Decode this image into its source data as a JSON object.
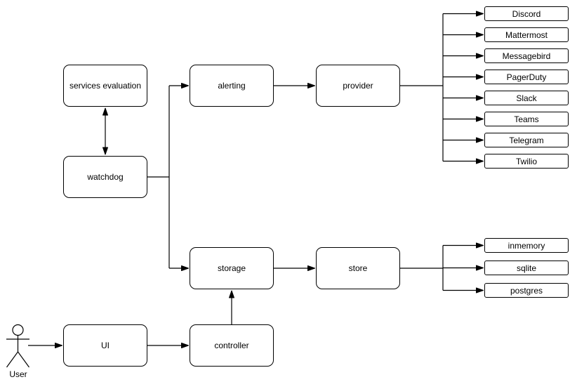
{
  "diagram": {
    "nodes": {
      "services_evaluation": {
        "label": "services evaluation"
      },
      "watchdog": {
        "label": "watchdog"
      },
      "alerting": {
        "label": "alerting"
      },
      "provider": {
        "label": "provider"
      },
      "storage": {
        "label": "storage"
      },
      "store": {
        "label": "store"
      },
      "ui": {
        "label": "UI"
      },
      "controller": {
        "label": "controller"
      }
    },
    "provider_leaves": [
      "Discord",
      "Mattermost",
      "Messagebird",
      "PagerDuty",
      "Slack",
      "Teams",
      "Telegram",
      "Twilio"
    ],
    "store_leaves": [
      "inmemory",
      "sqlite",
      "postgres"
    ],
    "actor": {
      "label": "User"
    },
    "edges": [
      {
        "from": "watchdog",
        "to": "services_evaluation",
        "style": "bidirectional-arrow"
      },
      {
        "from": "watchdog",
        "to": "alerting",
        "style": "arrow"
      },
      {
        "from": "watchdog",
        "to": "storage",
        "style": "arrow"
      },
      {
        "from": "alerting",
        "to": "provider",
        "style": "arrow"
      },
      {
        "from": "provider",
        "to": "Discord",
        "style": "arrow"
      },
      {
        "from": "provider",
        "to": "Mattermost",
        "style": "arrow"
      },
      {
        "from": "provider",
        "to": "Messagebird",
        "style": "arrow"
      },
      {
        "from": "provider",
        "to": "PagerDuty",
        "style": "arrow"
      },
      {
        "from": "provider",
        "to": "Slack",
        "style": "arrow"
      },
      {
        "from": "provider",
        "to": "Teams",
        "style": "arrow"
      },
      {
        "from": "provider",
        "to": "Telegram",
        "style": "arrow"
      },
      {
        "from": "provider",
        "to": "Twilio",
        "style": "arrow"
      },
      {
        "from": "storage",
        "to": "store",
        "style": "arrow"
      },
      {
        "from": "store",
        "to": "inmemory",
        "style": "arrow"
      },
      {
        "from": "store",
        "to": "sqlite",
        "style": "arrow"
      },
      {
        "from": "store",
        "to": "postgres",
        "style": "arrow"
      },
      {
        "from": "User",
        "to": "UI",
        "style": "arrow"
      },
      {
        "from": "UI",
        "to": "controller",
        "style": "arrow"
      },
      {
        "from": "controller",
        "to": "storage",
        "style": "arrow"
      }
    ],
    "colors": {
      "stroke": "#000000",
      "node_fill": "#ffffff",
      "background": "#ffffff",
      "text": "#000000"
    }
  }
}
